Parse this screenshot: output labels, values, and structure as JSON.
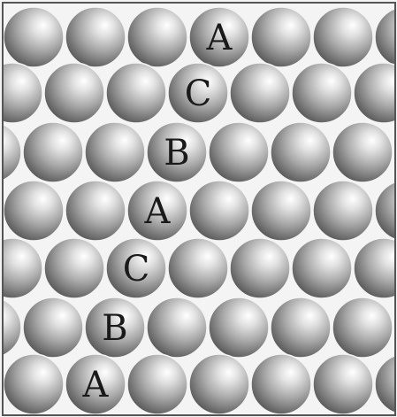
{
  "figure": {
    "description_labels": [
      "A",
      "C",
      "B",
      "A",
      "C",
      "B",
      "A"
    ],
    "colors": {
      "background": "#f4f4f4",
      "frame": "#555555",
      "sphere_light": "#ffffff",
      "sphere_mid": "#b4b4b4",
      "sphere_dark": "#555555",
      "label": "#1a1a1a"
    }
  }
}
